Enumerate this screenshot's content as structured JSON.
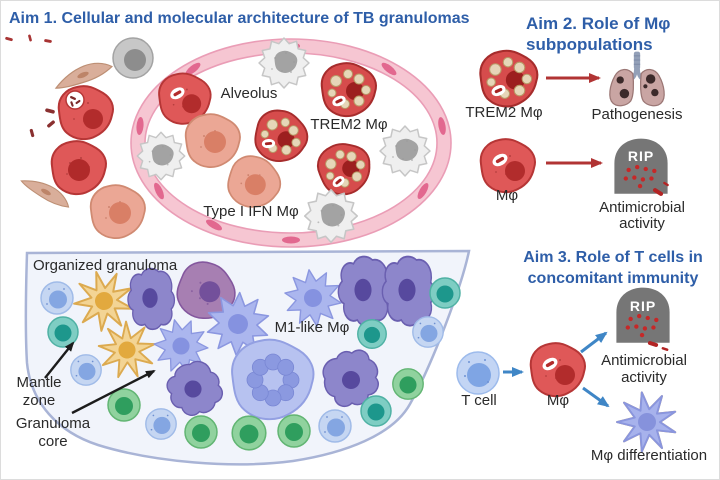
{
  "figure": {
    "aim1": {
      "title": "Aim 1. Cellular and molecular architecture of TB granulomas",
      "alveolus": "Alveolus",
      "trem2": "TREM2 Mφ",
      "type1_ifn": "Type I IFN Mφ"
    },
    "granuloma": {
      "heading": "Organized granuloma",
      "m1": "M1-like Mφ",
      "mantle1": "Mantle",
      "mantle2": "zone",
      "core1": "Granuloma",
      "core2": "core"
    },
    "aim2": {
      "title1": "Aim 2. Role of Mφ",
      "title2": "subpopulations",
      "trem2": "TREM2 Mφ",
      "pathogenesis": "Pathogenesis",
      "mphi": "Mφ",
      "rip": "RIP",
      "anti1": "Antimicrobial",
      "anti2": "activity"
    },
    "aim3": {
      "title1": "Aim 3. Role of T cells in",
      "title2": "concomitant immunity",
      "tcell": "T cell",
      "mphi": "Mφ",
      "rip": "RIP",
      "anti1": "Antimicrobial",
      "anti2": "activity",
      "diff": "Mφ differentiation"
    }
  },
  "colors": {
    "title_blue": "#2e5ea8",
    "label_text": "#2a2a2a",
    "red_arrow": "#b13434",
    "blue_arrow": "#3f86c6",
    "black_arrow": "#1c1c1c",
    "macrophage_red": "#df5858",
    "foamy_vesicle": "#e6d6b8",
    "ifn_salmon": "#eba795",
    "neutrophil_gray": "#efefef",
    "alveolus_wall_pink": "#f6c6d2",
    "granuloma_fill": "#f1f4fb",
    "granuloma_border": "#a9b4d6",
    "lymphocyte_blue": "#c5d6f2",
    "lymphocyte_teal": "#7ecdc3",
    "lymphocyte_green": "#90d29e",
    "dendritic_yellow": "#f3d494",
    "m1_purple": "#abb6ee",
    "amoeboid_purple": "#8d86cb",
    "tombstone_gray": "#767676",
    "bacteria_red": "#8a3030"
  }
}
